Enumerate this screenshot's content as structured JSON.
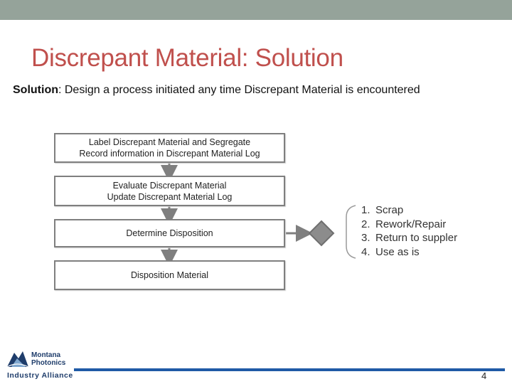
{
  "slide": {
    "title": "Discrepant Material: Solution",
    "subtitle_bold": "Solution",
    "subtitle_rest": ": Design a process initiated any time Discrepant Material is encountered",
    "page_number": "4"
  },
  "flow": {
    "steps": [
      {
        "line1": "Label Discrepant Material and Segregate",
        "line2": "Record information in Discrepant Material Log"
      },
      {
        "line1": "Evaluate Discrepant Material",
        "line2": "Update Discrepant Material Log"
      },
      {
        "line1": "Determine Disposition",
        "line2": ""
      },
      {
        "line1": "Disposition Material",
        "line2": ""
      }
    ],
    "options": [
      {
        "num": "1.",
        "label": "Scrap"
      },
      {
        "num": "2.",
        "label": "Rework/Repair"
      },
      {
        "num": "3.",
        "label": "Return to suppler"
      },
      {
        "num": "4.",
        "label": "Use as is"
      }
    ]
  },
  "logo": {
    "line1": "Montana",
    "line2": "Photonics",
    "line3": "Industry  Alliance"
  },
  "colors": {
    "top_bar": "#95a39a",
    "title": "#c0504d",
    "box_border": "#7f7f7f",
    "arrow": "#7f7f7f",
    "diamond": "#8c8c8c",
    "accent_line": "#1f5aa6"
  }
}
